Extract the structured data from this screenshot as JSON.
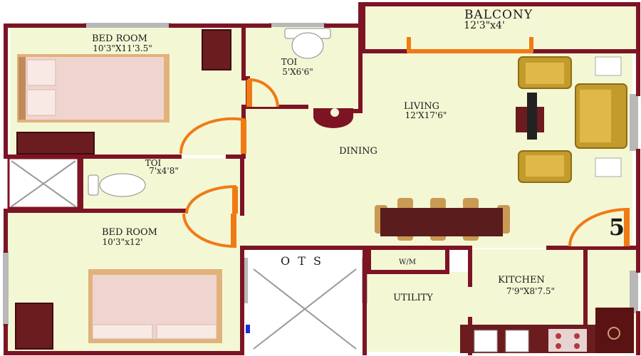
{
  "rooms": {
    "balcony": {
      "name": "BALCONY",
      "size": "12'3\"x4'"
    },
    "bedroom1": {
      "name": "BED ROOM",
      "size": "10'3\"X11'3.5\""
    },
    "toilet1": {
      "name": "TOI",
      "size": "5'X6'6\""
    },
    "living": {
      "name": "LIVING",
      "size": "12'X17'6\""
    },
    "dining": {
      "name": "DINING"
    },
    "toilet2": {
      "name": "TOI",
      "size": "7'x4'8\""
    },
    "bedroom2": {
      "name": "BED ROOM",
      "size": "10'3\"x12'"
    },
    "ots": {
      "name": "O T S"
    },
    "wm": {
      "name": "W/M"
    },
    "utility": {
      "name": "UTILITY"
    },
    "kitchen": {
      "name": "KITCHEN",
      "size": "7'9\"X8'7.5\""
    }
  },
  "unit_number": "5",
  "colors": {
    "floor": "#f4f7d4",
    "wall": "#7d1424",
    "door": "#f07a14",
    "window": "#b8b8b8",
    "bed_frame": "#e1b27c",
    "bed_sheet": "#f0d4d0",
    "wardrobe": "#6b1c1f",
    "sofa": "#c39a2c",
    "table": "#5a1c1c"
  }
}
